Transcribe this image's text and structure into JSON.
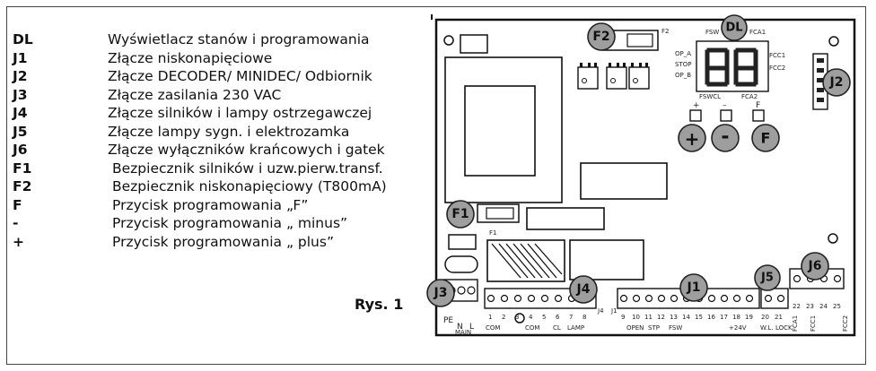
{
  "legend": [
    {
      "code": "DL",
      "desc": "Wyświetlacz stanów i programowania"
    },
    {
      "code": "J1",
      "desc": "Złącze niskonapięciowe"
    },
    {
      "code": "J2",
      "desc": "Złącze DECODER/ MINIDEC/ Odbiornik"
    },
    {
      "code": "J3",
      "desc": "Złącze zasilania 230 VAC"
    },
    {
      "code": "J4",
      "desc": "Złącze silników i lampy ostrzegawczej"
    },
    {
      "code": "J5",
      "desc": "Złącze lampy sygn. i elektrozamka"
    },
    {
      "code": "J6",
      "desc": "Złącze wyłączników krańcowych i gatek"
    },
    {
      "code": "F1",
      "desc": "Bezpiecznik silników i uzw.pierw.transf."
    },
    {
      "code": "F2",
      "desc": "Bezpiecznik niskonapięciowy (T800mA)"
    },
    {
      "code": "F",
      "desc": "Przycisk programowania „F”"
    },
    {
      "code": "-",
      "desc": "Przycisk programowania „ minus”"
    },
    {
      "code": "+",
      "desc": "Przycisk programowania „ plus”"
    }
  ],
  "caption": "Rys. 1",
  "board": {
    "labels": {
      "f2": "F2",
      "dl": "DL",
      "j2": "J2",
      "plus": "+",
      "minus": "-",
      "f": "F",
      "f1": "F1",
      "j3": "J3",
      "j4": "J4",
      "j1": "J1",
      "j5": "J5",
      "j6": "J6"
    },
    "silk": {
      "f2_small": "F2",
      "f1_small": "F1",
      "fsw": "FSW",
      "fca1": "FCA1",
      "fcc1": "FCC1",
      "fcc2": "FCC2",
      "op_a": "OP_A",
      "stop": "STOP",
      "op_b": "OP_B",
      "fswcl": "FSWCL",
      "fca2": "FCA2",
      "btn_plus": "+",
      "btn_minus": "–",
      "btn_f": "F",
      "pe": "PE",
      "n": "N",
      "l": "L",
      "main": "MAIN",
      "j4_nums": [
        "1",
        "2",
        "3",
        "4",
        "5",
        "6",
        "7",
        "8"
      ],
      "com1": "COM",
      "com2": "COM",
      "cl": "CL",
      "lamp": "LAMP",
      "j1_nums": [
        "9",
        "10",
        "11",
        "12",
        "13",
        "14",
        "15",
        "16",
        "17",
        "18",
        "19"
      ],
      "open": "OPEN",
      "stp": "STP",
      "fsw_b": "FSW",
      "v24": "+24V",
      "j5_nums": [
        "20",
        "21"
      ],
      "wl": "W.L.",
      "lock": "LOCK",
      "j6_nums": [
        "22",
        "23",
        "24",
        "25"
      ],
      "fca1_v": "FCA1",
      "fcc1_v": "FCC1",
      "fcc2_v": "FCC2",
      "j4_tag": "J4",
      "j1_tag": "J1"
    }
  }
}
